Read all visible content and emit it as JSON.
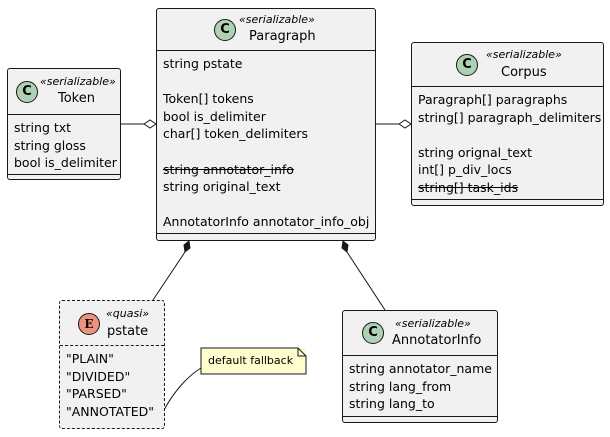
{
  "paragraph": {
    "stereotype": "«serializable»",
    "name": "Paragraph",
    "icon": "C",
    "fields": [
      "string pstate",
      "",
      "Token[] tokens",
      "bool is_delimiter",
      "char[] token_delimiters",
      "",
      "string annotator_info",
      "string original_text",
      "",
      "AnnotatorInfo annotator_info_obj"
    ],
    "struck": [
      6
    ]
  },
  "token": {
    "stereotype": "«serializable»",
    "name": "Token",
    "icon": "C",
    "fields": [
      "string txt",
      "string gloss",
      "bool is_delimiter"
    ]
  },
  "corpus": {
    "stereotype": "«serializable»",
    "name": "Corpus",
    "icon": "C",
    "fields": [
      "Paragraph[] paragraphs",
      "string[] paragraph_delimiters",
      "",
      "string orignal_text",
      "int[] p_div_locs",
      "string[] task_ids"
    ],
    "struck": [
      5
    ]
  },
  "pstate": {
    "stereotype": "«quasi»",
    "name": "pstate",
    "icon": "E",
    "values": [
      "\"PLAIN\"",
      "\"DIVIDED\"",
      "\"PARSED\"",
      "\"ANNOTATED\""
    ]
  },
  "annotator_info": {
    "stereotype": "«serializable»",
    "name": "AnnotatorInfo",
    "icon": "C",
    "fields": [
      "string annotator_name",
      "string lang_from",
      "string lang_to"
    ]
  },
  "note": {
    "text": "default fallback"
  },
  "colors": {
    "class_icon": "#add1b2",
    "enum_icon": "#eb937f",
    "box_fill": "#f1f1f1",
    "note_fill": "#fefece",
    "line": "#181818"
  }
}
